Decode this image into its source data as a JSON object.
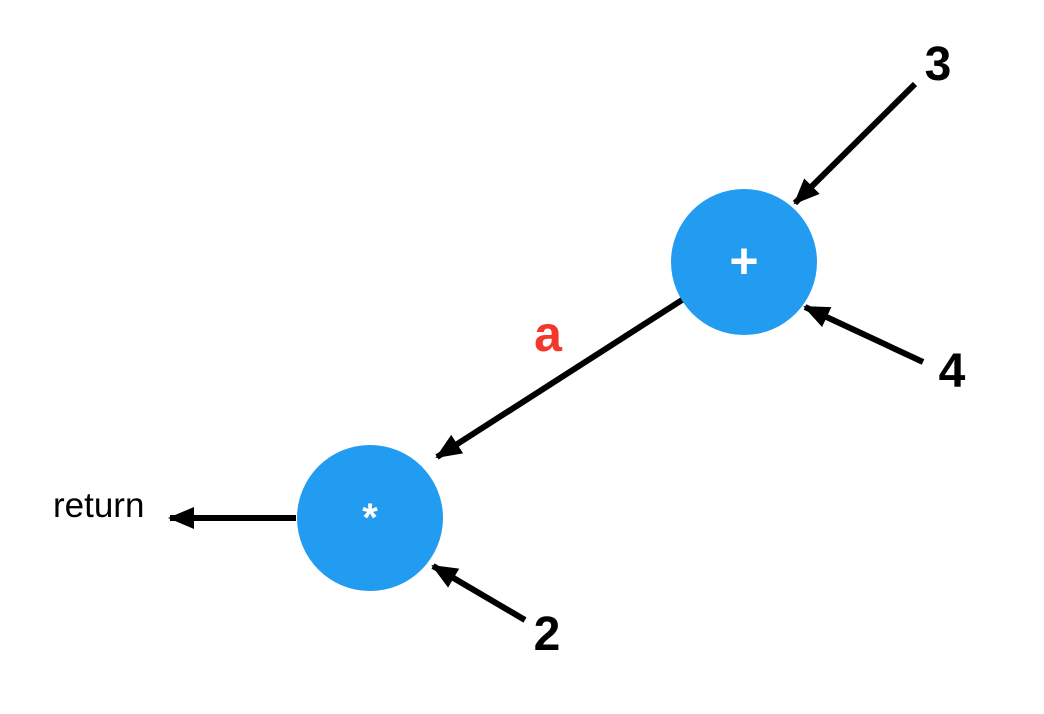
{
  "diagram": {
    "type": "computation-graph",
    "background": "#ffffff",
    "colors": {
      "node_fill": "#219CF1",
      "node_symbol": "#ffffff",
      "arrow": "#000000",
      "value_label": "#000000",
      "edge_label": "#F3372A",
      "output_label": "#000000"
    },
    "nodes": [
      {
        "operation": "add",
        "symbol": "+"
      },
      {
        "operation": "multiply",
        "symbol": "*"
      }
    ],
    "labels": {
      "input_top": "3",
      "input_side": "4",
      "input_bottom": "2",
      "intermediate": "a",
      "output": "return"
    },
    "edges": [
      {
        "from": "3",
        "to": "add"
      },
      {
        "from": "4",
        "to": "add"
      },
      {
        "from": "add",
        "to": "multiply",
        "label": "a"
      },
      {
        "from": "2",
        "to": "multiply"
      },
      {
        "from": "multiply",
        "to": "return"
      }
    ]
  }
}
